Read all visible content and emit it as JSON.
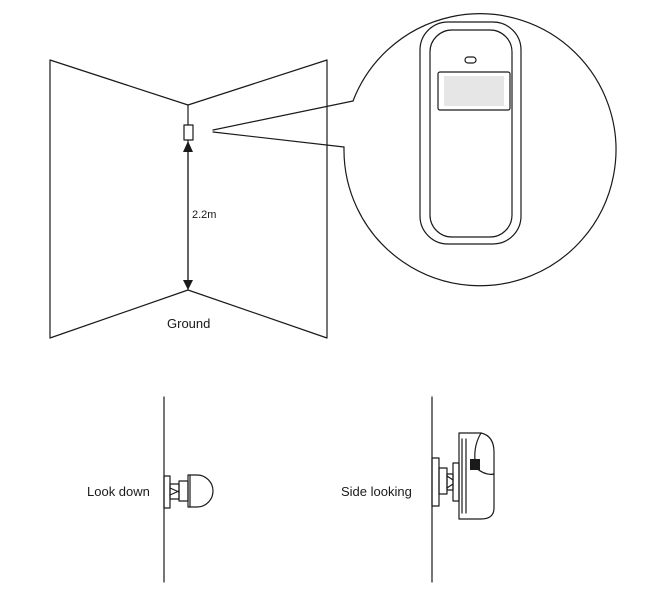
{
  "labels": {
    "height": "2.2m",
    "ground": "Ground",
    "look_down": "Look down",
    "side_looking": "Side looking"
  },
  "colors": {
    "line": "#1a1a1a",
    "lens": "#e6e6e6",
    "background": "#ffffff"
  }
}
